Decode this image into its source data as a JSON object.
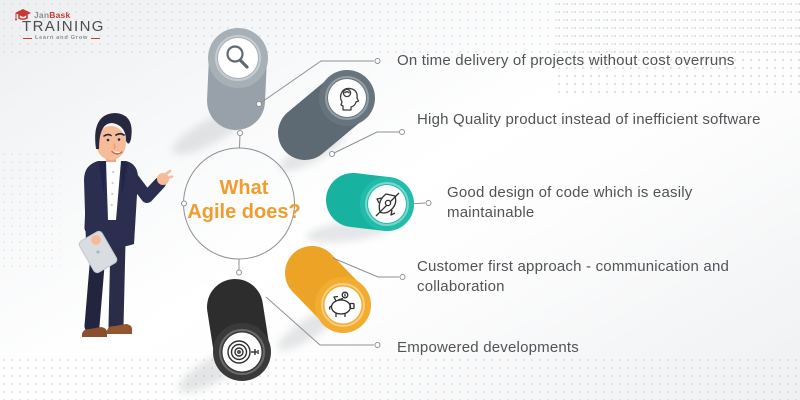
{
  "logo": {
    "brand_part1": "Jan",
    "brand_part2": "Bask",
    "name": "TRAINING",
    "tagline": "Learn and Grow",
    "accent_color": "#c63a32"
  },
  "heading": {
    "line1": "What",
    "line2": "Agile does?",
    "color": "#f09c2e"
  },
  "items": [
    {
      "label": "On time delivery of projects without cost overruns",
      "icon": "magnifier-icon",
      "body_color": "#98a1a9",
      "face_color": "#a8b0b7"
    },
    {
      "label": "High Quality product instead of inefficient software",
      "icon": "mind-gears-icon",
      "body_color": "#5d6a73",
      "face_color": "#68747d"
    },
    {
      "label": "Good design of code which is easily maintainable",
      "icon": "rocket-icon",
      "body_color": "#17b2a0",
      "face_color": "#23bcaa"
    },
    {
      "label": "Customer first approach - communication and collaboration",
      "icon": "piggy-bank-icon",
      "body_color": "#eda426",
      "face_color": "#f2ad30"
    },
    {
      "label": "Empowered developments",
      "icon": "target-dart-icon",
      "body_color": "#2d2d2d",
      "face_color": "#3a3a3a"
    }
  ],
  "illustration": {
    "description": "man in dark suit presenting with tablet"
  },
  "colors": {
    "text": "#515356",
    "connector": "#8f9194",
    "heading": "#f09c2e"
  }
}
